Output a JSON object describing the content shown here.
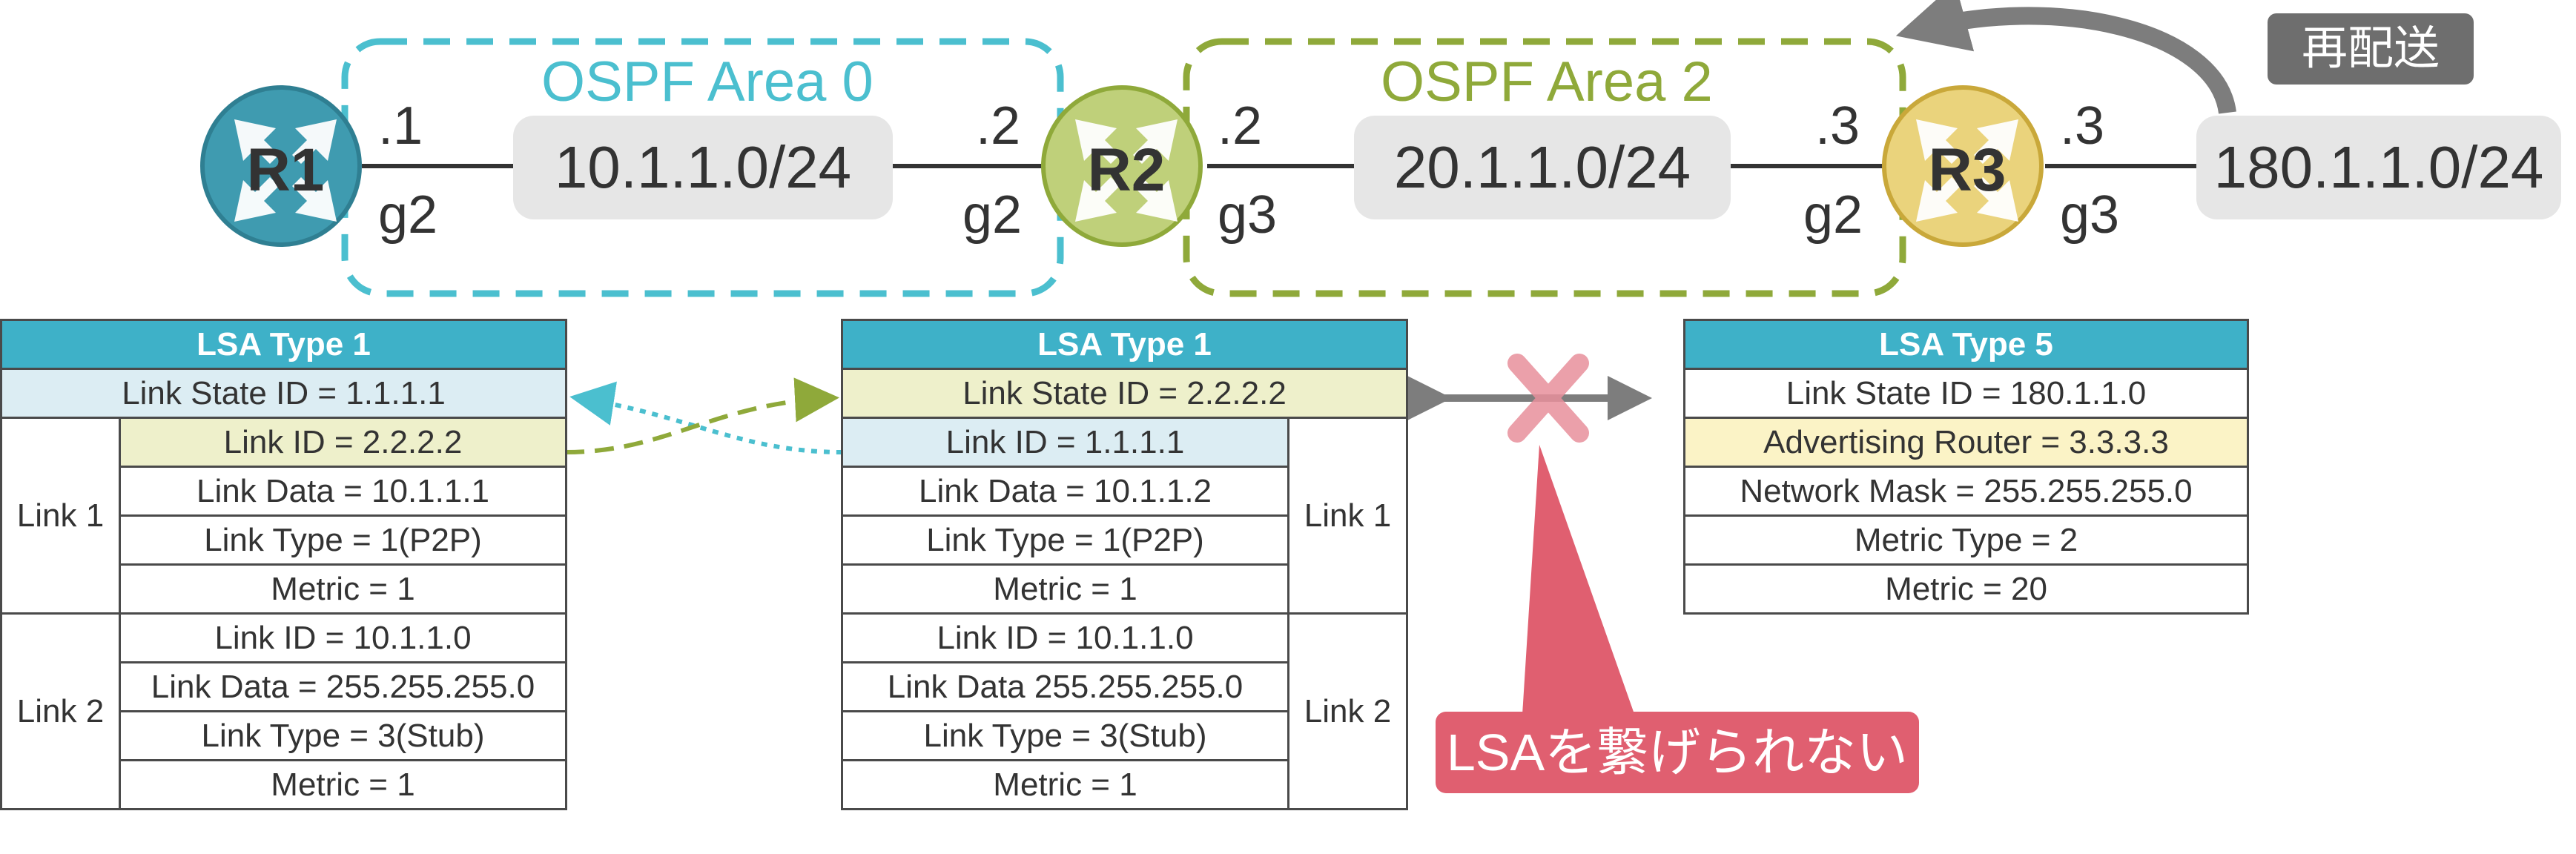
{
  "colors": {
    "area0": "#4bbfcf",
    "area2": "#8fa93a",
    "r1_fill": "#3f9bb0",
    "r2_fill": "#9fb84a",
    "r3_fill": "#e0c060",
    "header": "#3eb1c8",
    "callout": "#e05f70",
    "redistribute": "#6e6e6e"
  },
  "areas": [
    {
      "title": "OSPF Area 0"
    },
    {
      "title": "OSPF Area 2"
    }
  ],
  "routers": [
    {
      "name": "R1",
      "icon": "router-icon"
    },
    {
      "name": "R2",
      "icon": "router-icon"
    },
    {
      "name": "R3",
      "icon": "router-icon"
    }
  ],
  "networks": [
    {
      "label": "10.1.1.0/24"
    },
    {
      "label": "20.1.1.0/24"
    },
    {
      "label": "180.1.1.0/24"
    }
  ],
  "interfaces": {
    "r1_addr": ".1",
    "r1_if": "g2",
    "r2_left_addr": ".2",
    "r2_left_if": "g2",
    "r2_right_addr": ".2",
    "r2_right_if": "g3",
    "r3_left_addr": ".3",
    "r3_left_if": "g2",
    "r3_right_addr": ".3",
    "r3_right_if": "g3"
  },
  "redistribute_label": "再配送",
  "callout_label": "LSAを繋げられない",
  "lsa_tables": [
    {
      "title": "LSA Type 1",
      "link_state_id": "Link State ID = 1.1.1.1",
      "links": [
        {
          "name": "Link 1",
          "rows": [
            "Link ID = 2.2.2.2",
            "Link Data = 10.1.1.1",
            "Link Type = 1(P2P)",
            "Metric = 1"
          ]
        },
        {
          "name": "Link 2",
          "rows": [
            "Link ID = 10.1.1.0",
            "Link Data = 255.255.255.0",
            "Link Type = 3(Stub)",
            "Metric = 1"
          ]
        }
      ]
    },
    {
      "title": "LSA Type 1",
      "link_state_id": "Link State ID = 2.2.2.2",
      "links": [
        {
          "name": "Link 1",
          "rows": [
            "Link ID = 1.1.1.1",
            "Link Data = 10.1.1.2",
            "Link Type = 1(P2P)",
            "Metric = 1"
          ]
        },
        {
          "name": "Link 2",
          "rows": [
            "Link ID = 10.1.1.0",
            "Link Data 255.255.255.0",
            "Link Type = 3(Stub)",
            "Metric = 1"
          ]
        }
      ]
    },
    {
      "title": "LSA Type 5",
      "rows": [
        "Link State ID = 180.1.1.0",
        "Advertising Router = 3.3.3.3",
        "Network Mask = 255.255.255.0",
        "Metric Type = 2",
        "Metric = 20"
      ]
    }
  ]
}
